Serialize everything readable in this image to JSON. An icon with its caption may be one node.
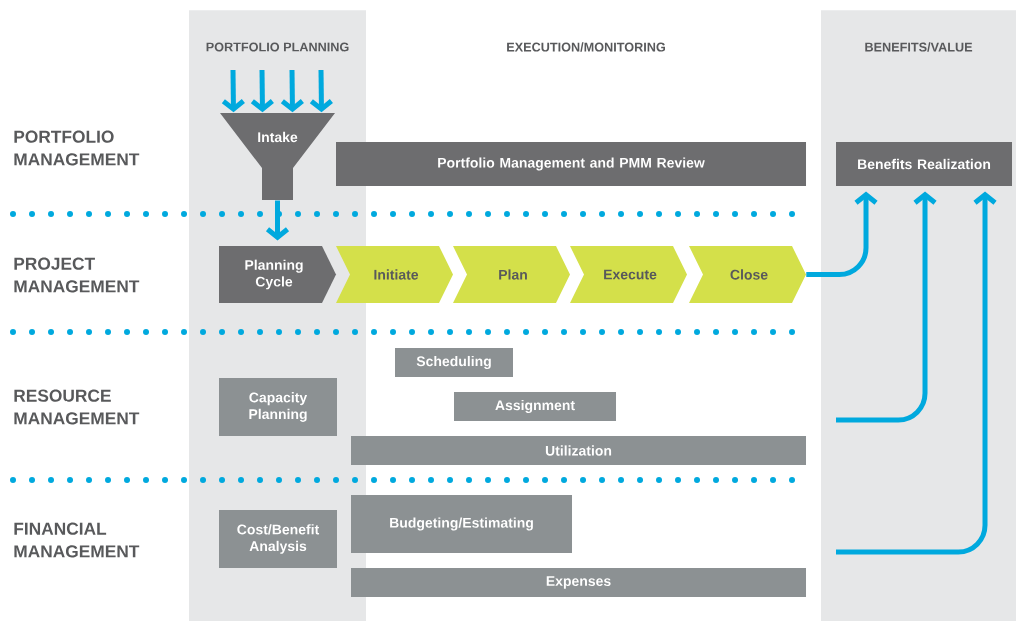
{
  "diagram": {
    "nodes": [
      {
        "text": [
          "PORTFOLIO PLANNING"
        ]
      },
      {
        "text": [
          "BENEFITS/VALUE"
        ]
      },
      {
        "text": [
          "Intake"
        ],
        "in": 0
      },
      {
        "text": [
          "Portfolio Management and PMM Review"
        ]
      },
      {
        "text": [
          "Benefits Realization"
        ],
        "in": 1
      },
      {
        "text": [
          "Planning Cycle"
        ],
        "in": 0
      },
      {
        "text": [
          "Initiate"
        ]
      },
      {
        "text": [
          "Plan"
        ]
      },
      {
        "text": [
          "Execute"
        ]
      },
      {
        "text": [
          "Close"
        ]
      },
      {
        "text": [
          "Capacity Planning"
        ],
        "in": 0
      },
      {
        "text": [
          "Scheduling"
        ]
      },
      {
        "text": [
          "Assignment"
        ]
      },
      {
        "text": [
          "Utilization"
        ]
      },
      {
        "text": [
          "Cost/Benefit Analysis"
        ],
        "in": 0
      },
      {
        "text": [
          "Budgeting/Estimating"
        ]
      },
      {
        "text": [
          "Expenses"
        ]
      }
    ],
    "edges": [
      {
        "from": null,
        "to": 2,
        "arrow": "to"
      },
      {
        "from": null,
        "to": 2,
        "arrow": "to"
      },
      {
        "from": null,
        "to": 2,
        "arrow": "to"
      },
      {
        "from": null,
        "to": 2,
        "arrow": "to"
      },
      {
        "from": 2,
        "to": 5,
        "arrow": "to"
      },
      {
        "from": 9,
        "to": 4,
        "arrow": "to"
      },
      {
        "from": null,
        "to": 4,
        "arrow": "to"
      },
      {
        "from": null,
        "to": 4,
        "arrow": "to"
      }
    ],
    "labels": [
      "EXECUTION/MONITORING",
      "PORTFOLIO MANAGEMENT",
      "PROJECT MANAGEMENT",
      "RESOURCE MANAGEMENT",
      "FINANCIAL MANAGEMENT"
    ]
  }
}
